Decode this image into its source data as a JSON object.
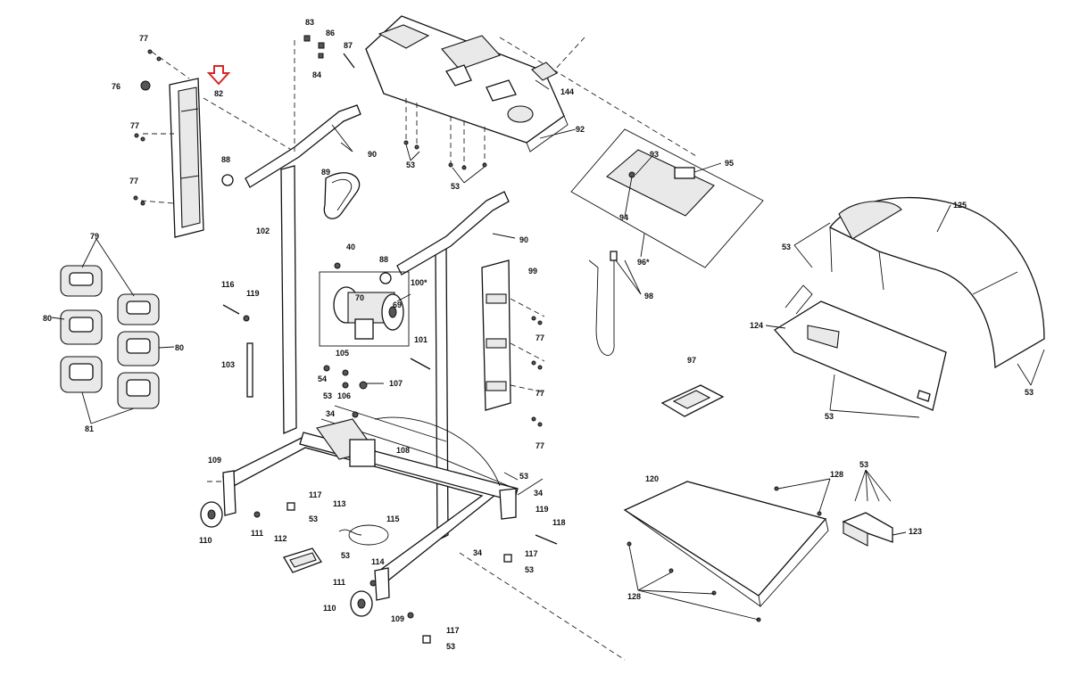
{
  "diagram": {
    "highlight_color": "#d62828",
    "labels": [
      {
        "id": "l77a",
        "text": "77"
      },
      {
        "id": "l76",
        "text": "76"
      },
      {
        "id": "l82",
        "text": "82"
      },
      {
        "id": "l77b",
        "text": "77"
      },
      {
        "id": "l77c",
        "text": "77"
      },
      {
        "id": "l88a",
        "text": "88"
      },
      {
        "id": "l83",
        "text": "83"
      },
      {
        "id": "l86",
        "text": "86"
      },
      {
        "id": "l87",
        "text": "87"
      },
      {
        "id": "l84",
        "text": "84"
      },
      {
        "id": "l90a",
        "text": "90"
      },
      {
        "id": "l89",
        "text": "89"
      },
      {
        "id": "l102",
        "text": "102"
      },
      {
        "id": "l79",
        "text": "79"
      },
      {
        "id": "l80a",
        "text": "80"
      },
      {
        "id": "l80b",
        "text": "80"
      },
      {
        "id": "l81",
        "text": "81"
      },
      {
        "id": "l116",
        "text": "116"
      },
      {
        "id": "l119a",
        "text": "119"
      },
      {
        "id": "l103",
        "text": "103"
      },
      {
        "id": "l40",
        "text": "40"
      },
      {
        "id": "l88b",
        "text": "88"
      },
      {
        "id": "l70",
        "text": "70"
      },
      {
        "id": "l100",
        "text": "100*"
      },
      {
        "id": "l69",
        "text": "69"
      },
      {
        "id": "l101",
        "text": "101"
      },
      {
        "id": "l105",
        "text": "105"
      },
      {
        "id": "l54",
        "text": "54"
      },
      {
        "id": "l107",
        "text": "107"
      },
      {
        "id": "l53a",
        "text": "53"
      },
      {
        "id": "l106",
        "text": "106"
      },
      {
        "id": "l34a",
        "text": "34"
      },
      {
        "id": "l144",
        "text": "144"
      },
      {
        "id": "l92",
        "text": "92"
      },
      {
        "id": "l53b",
        "text": "53"
      },
      {
        "id": "l53c",
        "text": "53"
      },
      {
        "id": "l90b",
        "text": "90"
      },
      {
        "id": "l93",
        "text": "93"
      },
      {
        "id": "l95",
        "text": "95"
      },
      {
        "id": "l94",
        "text": "94"
      },
      {
        "id": "l96",
        "text": "96*"
      },
      {
        "id": "l99",
        "text": "99"
      },
      {
        "id": "l77d",
        "text": "77"
      },
      {
        "id": "l77e",
        "text": "77"
      },
      {
        "id": "l77f",
        "text": "77"
      },
      {
        "id": "l98",
        "text": "98"
      },
      {
        "id": "l97",
        "text": "97"
      },
      {
        "id": "l125",
        "text": "125"
      },
      {
        "id": "l53d",
        "text": "53"
      },
      {
        "id": "l124",
        "text": "124"
      },
      {
        "id": "l53e",
        "text": "53"
      },
      {
        "id": "l53f",
        "text": "53"
      },
      {
        "id": "l109a",
        "text": "109"
      },
      {
        "id": "l110a",
        "text": "110"
      },
      {
        "id": "l111a",
        "text": "111"
      },
      {
        "id": "l117a",
        "text": "117"
      },
      {
        "id": "l53g",
        "text": "53"
      },
      {
        "id": "l113",
        "text": "113"
      },
      {
        "id": "l108",
        "text": "108"
      },
      {
        "id": "l115",
        "text": "115"
      },
      {
        "id": "l112",
        "text": "112"
      },
      {
        "id": "l53h",
        "text": "53"
      },
      {
        "id": "l114",
        "text": "114"
      },
      {
        "id": "l111b",
        "text": "111"
      },
      {
        "id": "l110b",
        "text": "110"
      },
      {
        "id": "l109b",
        "text": "109"
      },
      {
        "id": "l117b",
        "text": "117"
      },
      {
        "id": "l53i",
        "text": "53"
      },
      {
        "id": "l53j",
        "text": "53"
      },
      {
        "id": "l34b",
        "text": "34"
      },
      {
        "id": "l34c",
        "text": "34"
      },
      {
        "id": "l119b",
        "text": "119"
      },
      {
        "id": "l118",
        "text": "118"
      },
      {
        "id": "l117c",
        "text": "117"
      },
      {
        "id": "l53k",
        "text": "53"
      },
      {
        "id": "l120",
        "text": "120"
      },
      {
        "id": "l128a",
        "text": "128"
      },
      {
        "id": "l128b",
        "text": "128"
      },
      {
        "id": "l53l",
        "text": "53"
      },
      {
        "id": "l123",
        "text": "123"
      }
    ]
  }
}
